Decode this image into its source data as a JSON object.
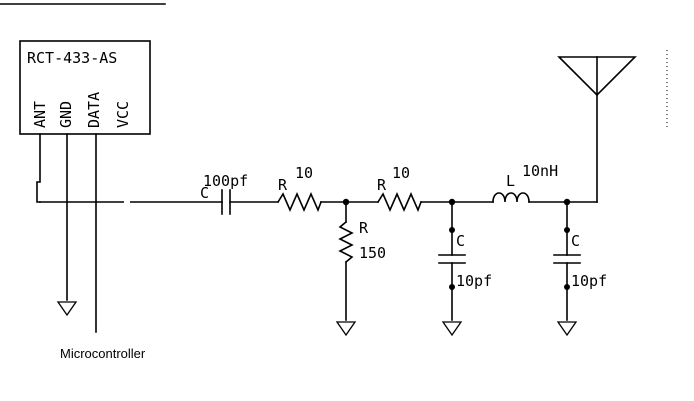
{
  "module": {
    "name": "RCT-433-AS",
    "pins": [
      "ANT",
      "GND",
      "DATA",
      "VCC"
    ]
  },
  "components": {
    "coupling_cap": {
      "ref": "C",
      "value": "100pf"
    },
    "r1": {
      "ref": "R",
      "value": "10"
    },
    "r2": {
      "ref": "R",
      "value": "10"
    },
    "r_shunt": {
      "ref": "R",
      "value": "150"
    },
    "c_shunt1": {
      "ref": "C",
      "value": "10pf"
    },
    "inductor": {
      "ref": "L",
      "value": "10nH"
    },
    "c_shunt2": {
      "ref": "C",
      "value": "10pf"
    }
  },
  "labels": {
    "microcontroller": "Microcontroller"
  }
}
